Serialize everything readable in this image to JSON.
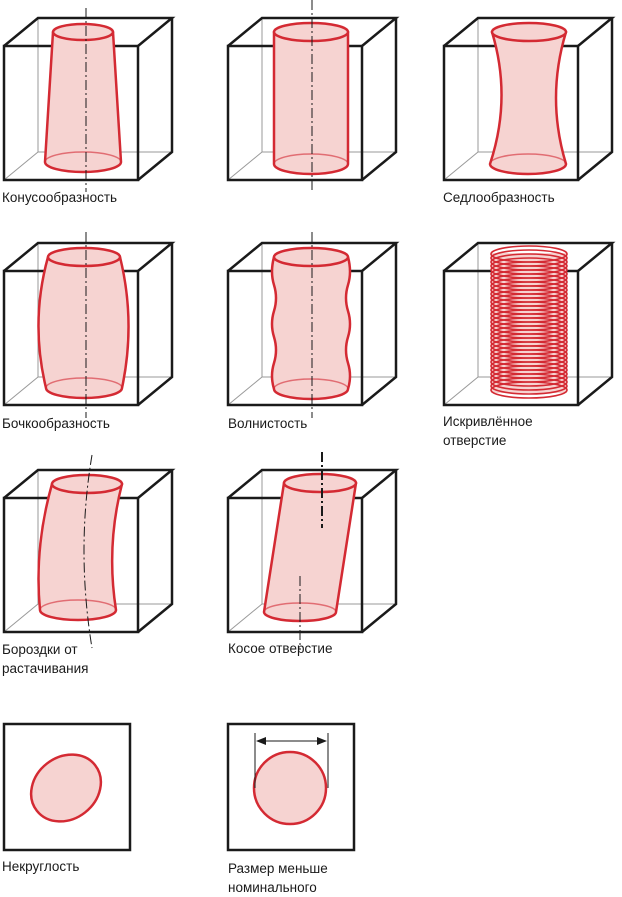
{
  "diagram": {
    "defects": [
      {
        "id": "taper",
        "lines": [
          "Конусообразность"
        ]
      },
      {
        "id": "straight",
        "lines": []
      },
      {
        "id": "hourglass",
        "lines": [
          "Седлообразность"
        ]
      },
      {
        "id": "barrel",
        "lines": [
          "Бочкообразность"
        ]
      },
      {
        "id": "wavy",
        "lines": [
          "Волнистость"
        ]
      },
      {
        "id": "rifled",
        "lines": [
          "Искривлённое",
          "отверстие"
        ]
      },
      {
        "id": "curved",
        "lines": [
          "Бороздки от",
          "растачивания"
        ]
      },
      {
        "id": "slanted",
        "lines": [
          "Косое отверстие"
        ]
      },
      {
        "id": "out-of-round",
        "lines": [
          "Некруглость"
        ]
      },
      {
        "id": "undersize",
        "lines": [
          "Размер меньше",
          "номинального"
        ]
      }
    ],
    "colors": {
      "outline": "#1a1a1a",
      "hole_stroke": "#d42a33",
      "hole_fill": "#f6d3d1",
      "hidden_edge": "#999999"
    }
  }
}
